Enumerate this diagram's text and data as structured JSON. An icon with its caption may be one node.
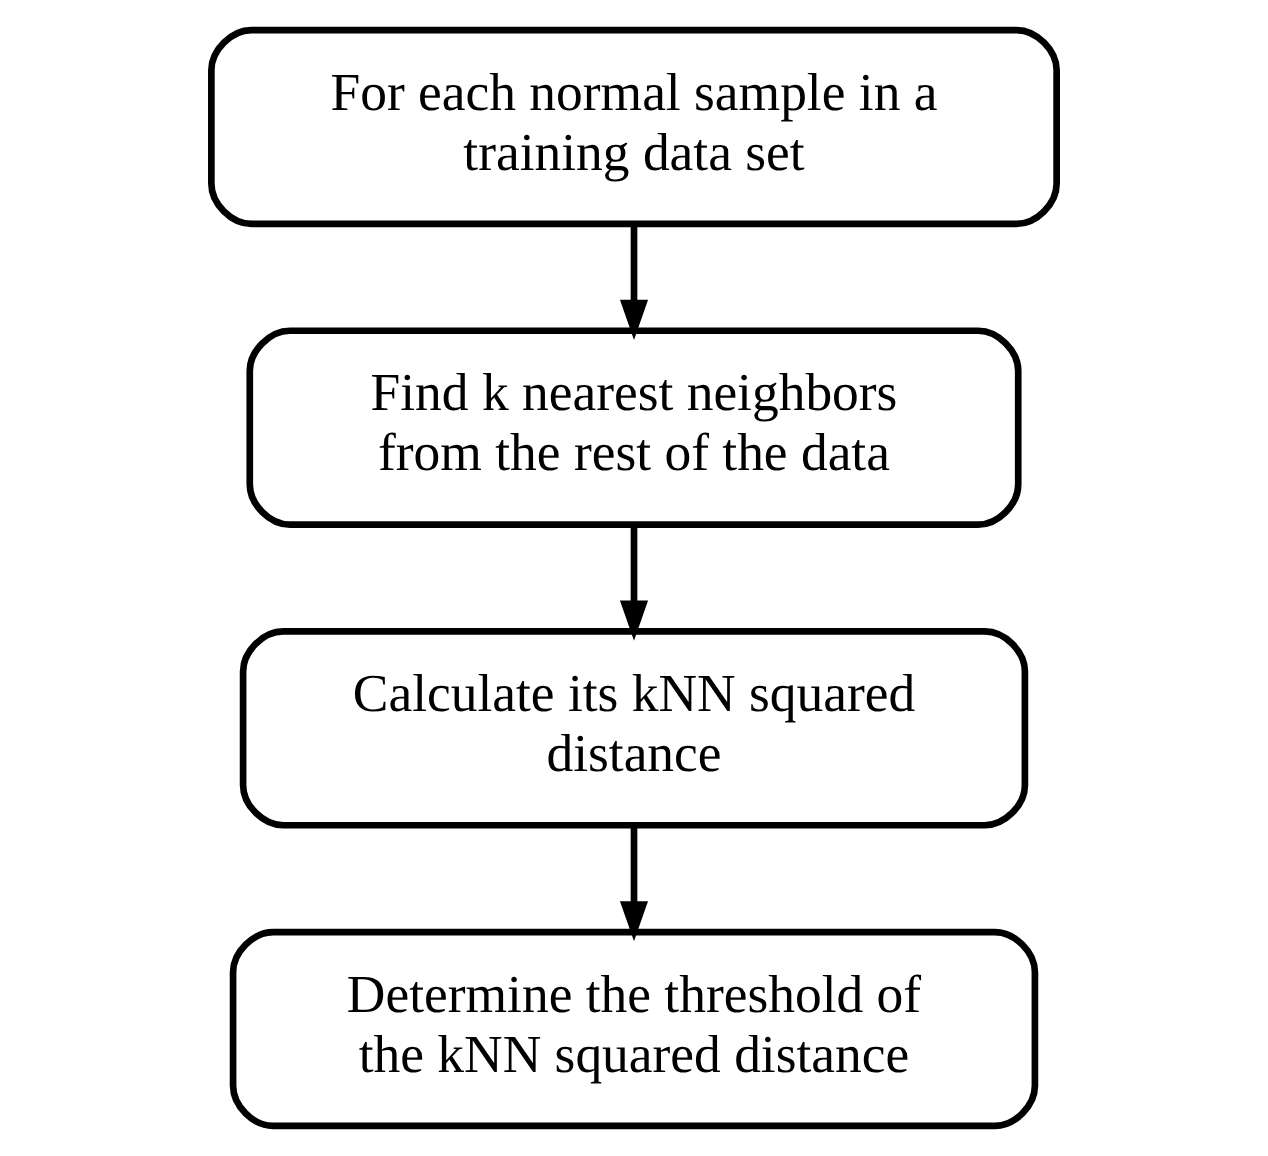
{
  "diagram": {
    "nodes": [
      {
        "text": [
          "For each normal sample in a training data set"
        ]
      },
      {
        "text": [
          "Find k nearest neighbors from the rest of the data"
        ]
      },
      {
        "text": [
          "Calculate its kNN squared distance"
        ]
      },
      {
        "text": [
          "Determine the threshold of the kNN squared distance"
        ]
      }
    ],
    "edges": [
      {
        "from": 0,
        "to": 1,
        "arrow": "to"
      },
      {
        "from": 1,
        "to": 2,
        "arrow": "to"
      },
      {
        "from": 2,
        "to": 3,
        "arrow": "to"
      }
    ]
  }
}
